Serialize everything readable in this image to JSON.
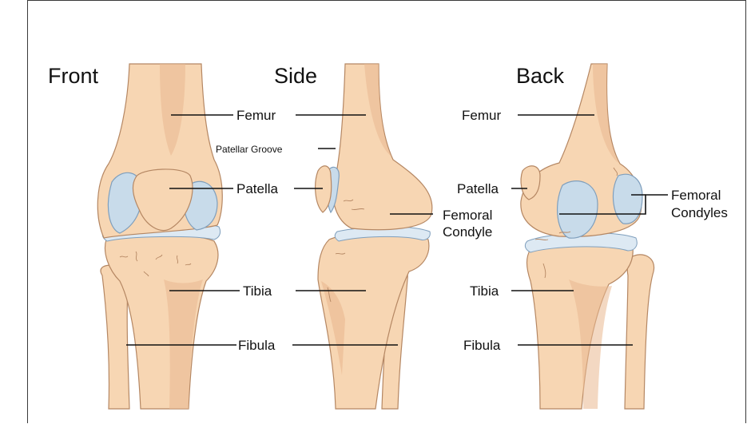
{
  "views": {
    "front": {
      "title": "Front"
    },
    "side": {
      "title": "Side"
    },
    "back": {
      "title": "Back"
    }
  },
  "labels": {
    "front": {
      "femur": "Femur",
      "patella": "Patella",
      "tibia": "Tibia",
      "fibula": "Fibula"
    },
    "side": {
      "patellar_groove": "Patellar Groove",
      "femoral_condyle_line1": "Femoral",
      "femoral_condyle_line2": "Condyle"
    },
    "back": {
      "femur": "Femur",
      "patella": "Patella",
      "tibia": "Tibia",
      "fibula": "Fibula",
      "femoral_condyles_line1": "Femoral",
      "femoral_condyles_line2": "Condyles"
    }
  },
  "colors": {
    "bone": "#f7d6b3",
    "bone_shadow": "#e9b88f",
    "bone_outline": "#b58763",
    "cartilage": "#c8dbea",
    "cartilage_outline": "#7f9fbd",
    "text": "#111111"
  }
}
